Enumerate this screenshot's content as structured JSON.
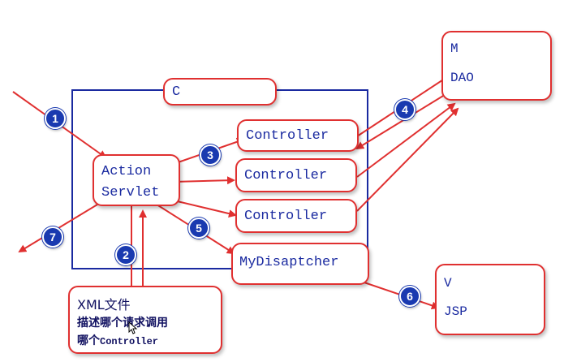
{
  "diagram": {
    "c_label": "C",
    "action_servlet": {
      "line1": "Action",
      "line2": "Servlet"
    },
    "controllers": [
      "Controller",
      "Controller",
      "Controller"
    ],
    "dispatcher": "MyDisaptcher",
    "model": {
      "line1": "M",
      "line2": "DAO"
    },
    "view": {
      "line1": "V",
      "line2": "JSP"
    },
    "xml": {
      "line1": "XML文件",
      "line2": "描述哪个请求调用",
      "line3_a": "哪个",
      "line3_b": "Controller"
    },
    "badges": [
      "1",
      "2",
      "3",
      "4",
      "5",
      "6",
      "7"
    ],
    "colors": {
      "arrow": "#e03030",
      "container": "#1a2aa0",
      "badge": "#1a3ab0",
      "text": "#1a2aa0"
    }
  }
}
